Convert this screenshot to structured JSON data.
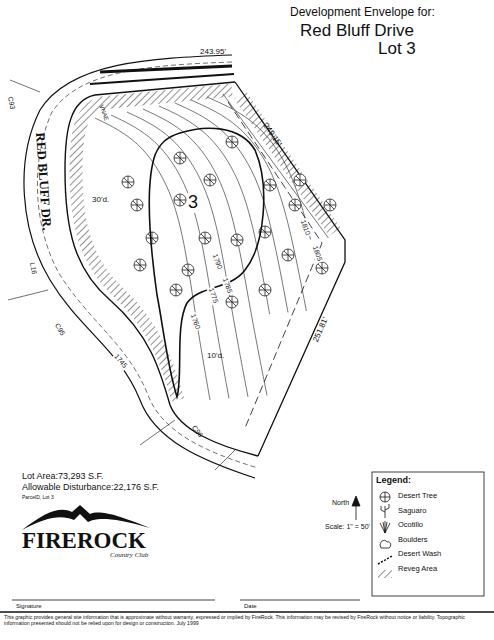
{
  "diagram": {
    "title": "Development Envelope for:",
    "nodes": [
      {
        "text": [
          "3"
        ]
      }
    ],
    "labels": [
      "243.95'",
      "249.15'",
      "251.81'",
      "RED BLUFF DR.",
      "VNAE",
      "30'd.",
      "10'd.",
      "C93",
      "C95",
      "C96",
      "L16",
      "1810",
      "1805",
      "1790",
      "1785",
      "1775",
      "1760",
      "1745",
      "Red Bluff Drive",
      "Lot 3",
      "Lot Area:73,293 S.F.",
      "Allowable Disturbance:22,176 S.F.",
      "ParcelD, Lot 3",
      "FIREROCK",
      "Country Club",
      "North",
      "Scale: 1\" = 50'",
      "Signature",
      "Date",
      "Legend:",
      "This graphic provides general site information that is approximate without warranty, expressed or implied by FireRock. This information may be revised by FireRock without notice or liability. Topographic information presented should not be relied upon for design or construction. July 1999"
    ],
    "legend": [
      {
        "text": "Desert Tree"
      },
      {
        "text": "Saguaro"
      },
      {
        "text": "Ocotillo"
      },
      {
        "text": "Boulders"
      },
      {
        "text": "Desert Wash"
      },
      {
        "text": "Reveg Area"
      }
    ]
  }
}
